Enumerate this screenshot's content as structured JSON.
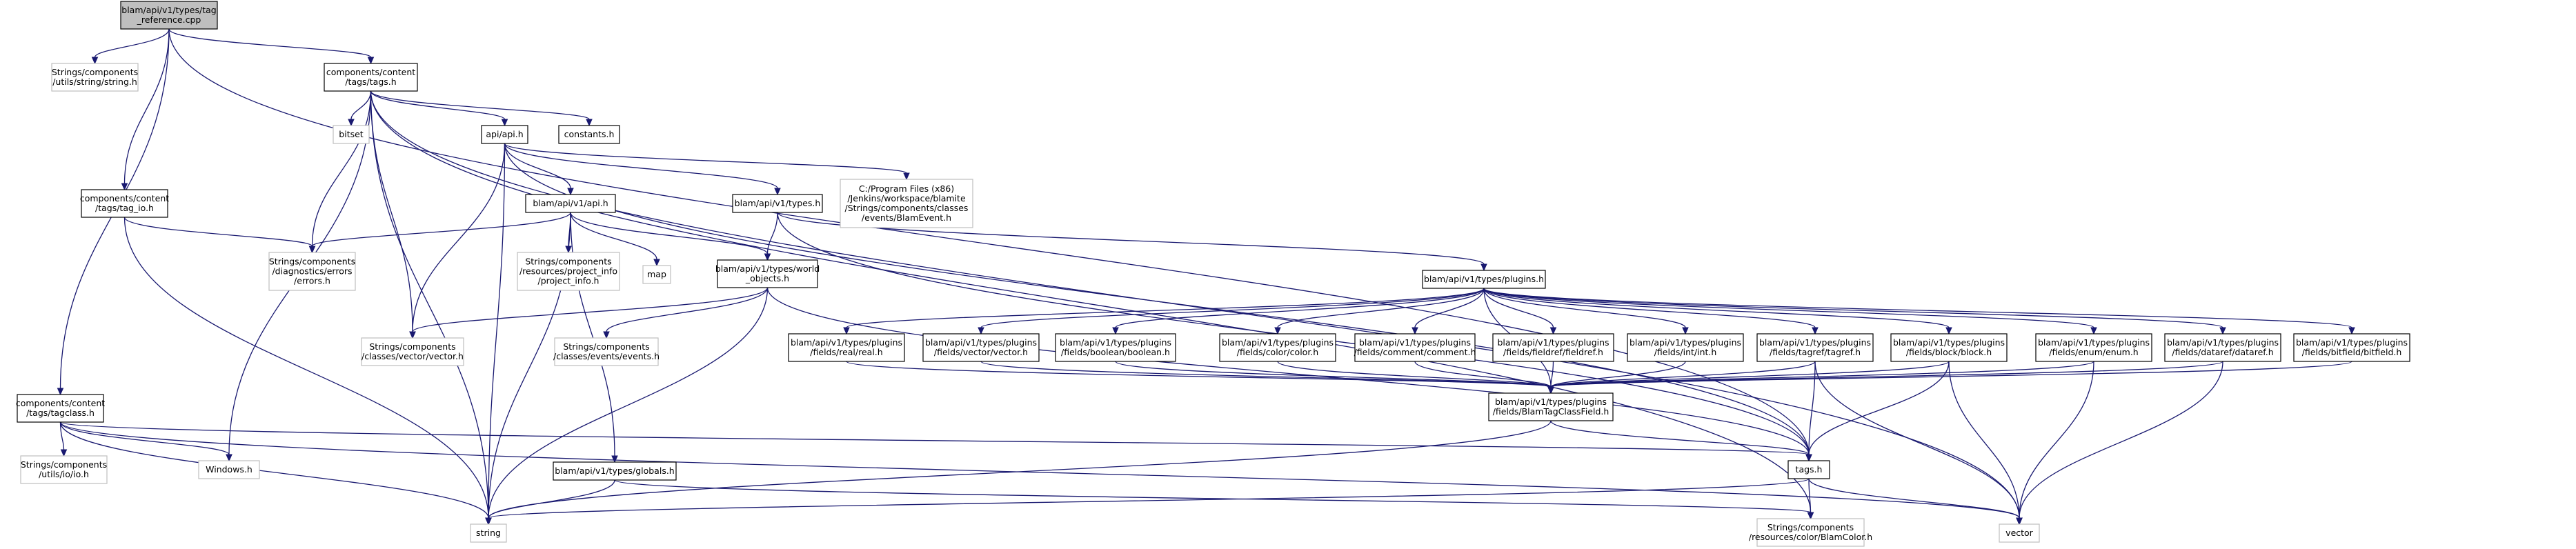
{
  "graph": {
    "edge_color": "#191970",
    "root_fill": "#bfbfbf",
    "nodes": [
      {
        "id": "tag_reference",
        "lines": [
          "blam/api/v1/types/tag",
          "_reference.cpp"
        ],
        "style": "root"
      },
      {
        "id": "string_h",
        "lines": [
          "Strings/components",
          "/utils/string/string.h"
        ],
        "style": "weak"
      },
      {
        "id": "tags_h",
        "lines": [
          "components/content",
          "/tags/tags.h"
        ],
        "style": "strong"
      },
      {
        "id": "tag_io",
        "lines": [
          "components/content",
          "/tags/tag_io.h"
        ],
        "style": "strong"
      },
      {
        "id": "tagclass",
        "lines": [
          "components/content",
          "/tags/tagclass.h"
        ],
        "style": "strong"
      },
      {
        "id": "bitset",
        "lines": [
          "bitset"
        ],
        "style": "weak"
      },
      {
        "id": "api_h",
        "lines": [
          "api/api.h"
        ],
        "style": "strong"
      },
      {
        "id": "constants",
        "lines": [
          "constants.h"
        ],
        "style": "strong"
      },
      {
        "id": "v1_api",
        "lines": [
          "blam/api/v1/api.h"
        ],
        "style": "strong"
      },
      {
        "id": "v1_types",
        "lines": [
          "blam/api/v1/types.h"
        ],
        "style": "strong"
      },
      {
        "id": "blamevent",
        "lines": [
          "C:/Program Files (x86)",
          "/Jenkins/workspace/blamite",
          "/Strings/components/classes",
          "/events/BlamEvent.h"
        ],
        "style": "weak"
      },
      {
        "id": "errors",
        "lines": [
          "Strings/components",
          "/diagnostics/errors",
          "/errors.h"
        ],
        "style": "weak"
      },
      {
        "id": "project_info",
        "lines": [
          "Strings/components",
          "/resources/project_info",
          "/project_info.h"
        ],
        "style": "weak"
      },
      {
        "id": "map",
        "lines": [
          "map"
        ],
        "style": "weak"
      },
      {
        "id": "world_objects",
        "lines": [
          "blam/api/v1/types/world",
          "_objects.h"
        ],
        "style": "strong"
      },
      {
        "id": "plugins",
        "lines": [
          "blam/api/v1/types/plugins.h"
        ],
        "style": "strong"
      },
      {
        "id": "vector_h",
        "lines": [
          "Strings/components",
          "/classes/vector/vector.h"
        ],
        "style": "weak"
      },
      {
        "id": "events_h",
        "lines": [
          "Strings/components",
          "/classes/events/events.h"
        ],
        "style": "weak"
      },
      {
        "id": "p_real",
        "lines": [
          "blam/api/v1/types/plugins",
          "/fields/real/real.h"
        ],
        "style": "strong"
      },
      {
        "id": "p_vector",
        "lines": [
          "blam/api/v1/types/plugins",
          "/fields/vector/vector.h"
        ],
        "style": "strong"
      },
      {
        "id": "p_boolean",
        "lines": [
          "blam/api/v1/types/plugins",
          "/fields/boolean/boolean.h"
        ],
        "style": "strong"
      },
      {
        "id": "p_color",
        "lines": [
          "blam/api/v1/types/plugins",
          "/fields/color/color.h"
        ],
        "style": "strong"
      },
      {
        "id": "p_comment",
        "lines": [
          "blam/api/v1/types/plugins",
          "/fields/comment/comment.h"
        ],
        "style": "strong"
      },
      {
        "id": "p_fieldref",
        "lines": [
          "blam/api/v1/types/plugins",
          "/fields/fieldref/fieldref.h"
        ],
        "style": "strong"
      },
      {
        "id": "p_int",
        "lines": [
          "blam/api/v1/types/plugins",
          "/fields/int/int.h"
        ],
        "style": "strong"
      },
      {
        "id": "p_tagref",
        "lines": [
          "blam/api/v1/types/plugins",
          "/fields/tagref/tagref.h"
        ],
        "style": "strong"
      },
      {
        "id": "p_block",
        "lines": [
          "blam/api/v1/types/plugins",
          "/fields/block/block.h"
        ],
        "style": "strong"
      },
      {
        "id": "p_enum",
        "lines": [
          "blam/api/v1/types/plugins",
          "/fields/enum/enum.h"
        ],
        "style": "strong"
      },
      {
        "id": "p_dataref",
        "lines": [
          "blam/api/v1/types/plugins",
          "/fields/dataref/dataref.h"
        ],
        "style": "strong"
      },
      {
        "id": "p_bitfield",
        "lines": [
          "blam/api/v1/types/plugins",
          "/fields/bitfield/bitfield.h"
        ],
        "style": "strong"
      },
      {
        "id": "blamtagclassfield",
        "lines": [
          "blam/api/v1/types/plugins",
          "/fields/BlamTagClassField.h"
        ],
        "style": "strong"
      },
      {
        "id": "ioio",
        "lines": [
          "Strings/components",
          "/utils/io/io.h"
        ],
        "style": "weak"
      },
      {
        "id": "windows",
        "lines": [
          "Windows.h"
        ],
        "style": "weak"
      },
      {
        "id": "globals",
        "lines": [
          "blam/api/v1/types/globals.h"
        ],
        "style": "strong"
      },
      {
        "id": "tags_small",
        "lines": [
          "tags.h"
        ],
        "style": "strong"
      },
      {
        "id": "string",
        "lines": [
          "string"
        ],
        "style": "weak"
      },
      {
        "id": "blamcolor",
        "lines": [
          "Strings/components",
          "/resources/color/BlamColor.h"
        ],
        "style": "weak"
      },
      {
        "id": "vector",
        "lines": [
          "vector"
        ],
        "style": "weak"
      }
    ],
    "edges": [
      [
        "tag_reference",
        "string_h"
      ],
      [
        "tag_reference",
        "tags_h"
      ],
      [
        "tag_reference",
        "tag_io"
      ],
      [
        "tag_reference",
        "tagclass"
      ],
      [
        "tag_reference",
        "tags_small"
      ],
      [
        "tags_h",
        "bitset"
      ],
      [
        "tags_h",
        "api_h"
      ],
      [
        "tags_h",
        "constants"
      ],
      [
        "tags_h",
        "errors"
      ],
      [
        "tags_h",
        "vector_h"
      ],
      [
        "tags_h",
        "windows"
      ],
      [
        "tags_h",
        "string"
      ],
      [
        "tags_h",
        "blamcolor"
      ],
      [
        "tags_h",
        "vector"
      ],
      [
        "api_h",
        "v1_api"
      ],
      [
        "api_h",
        "v1_types"
      ],
      [
        "api_h",
        "blamevent"
      ],
      [
        "api_h",
        "vector_h"
      ],
      [
        "api_h",
        "string"
      ],
      [
        "api_h",
        "tags_small"
      ],
      [
        "v1_api",
        "errors"
      ],
      [
        "v1_api",
        "project_info"
      ],
      [
        "v1_api",
        "map"
      ],
      [
        "v1_api",
        "world_objects"
      ],
      [
        "v1_api",
        "globals"
      ],
      [
        "v1_api",
        "string"
      ],
      [
        "v1_types",
        "world_objects"
      ],
      [
        "v1_types",
        "plugins"
      ],
      [
        "v1_types",
        "tags_small"
      ],
      [
        "world_objects",
        "vector_h"
      ],
      [
        "world_objects",
        "events_h"
      ],
      [
        "world_objects",
        "string"
      ],
      [
        "world_objects",
        "tags_small"
      ],
      [
        "world_objects",
        "blamfield_dummy"
      ],
      [
        "plugins",
        "p_real"
      ],
      [
        "plugins",
        "p_vector"
      ],
      [
        "plugins",
        "p_boolean"
      ],
      [
        "plugins",
        "p_color"
      ],
      [
        "plugins",
        "p_comment"
      ],
      [
        "plugins",
        "p_fieldref"
      ],
      [
        "plugins",
        "p_int"
      ],
      [
        "plugins",
        "p_tagref"
      ],
      [
        "plugins",
        "p_block"
      ],
      [
        "plugins",
        "p_enum"
      ],
      [
        "plugins",
        "p_dataref"
      ],
      [
        "plugins",
        "p_bitfield"
      ],
      [
        "plugins",
        "blamtagclassfield"
      ],
      [
        "p_real",
        "blamtagclassfield"
      ],
      [
        "p_vector",
        "blamtagclassfield"
      ],
      [
        "p_boolean",
        "blamtagclassfield"
      ],
      [
        "p_color",
        "blamtagclassfield"
      ],
      [
        "p_comment",
        "blamtagclassfield"
      ],
      [
        "p_fieldref",
        "blamtagclassfield"
      ],
      [
        "p_int",
        "blamtagclassfield"
      ],
      [
        "p_tagref",
        "blamtagclassfield"
      ],
      [
        "p_block",
        "blamtagclassfield"
      ],
      [
        "p_enum",
        "blamtagclassfield"
      ],
      [
        "p_dataref",
        "blamtagclassfield"
      ],
      [
        "p_bitfield",
        "blamtagclassfield"
      ],
      [
        "p_tagref",
        "tags_small"
      ],
      [
        "p_tagref",
        "vector"
      ],
      [
        "p_block",
        "tags_small"
      ],
      [
        "p_block",
        "vector"
      ],
      [
        "p_enum",
        "vector"
      ],
      [
        "p_dataref",
        "vector"
      ],
      [
        "blamtagclassfield",
        "string"
      ],
      [
        "blamtagclassfield",
        "tags_small"
      ],
      [
        "tag_io",
        "errors"
      ],
      [
        "tag_io",
        "string"
      ],
      [
        "tagclass",
        "ioio"
      ],
      [
        "tagclass",
        "windows"
      ],
      [
        "tagclass",
        "string"
      ],
      [
        "tagclass",
        "vector"
      ],
      [
        "tagclass",
        "tags_small"
      ],
      [
        "globals",
        "string"
      ],
      [
        "globals",
        "blamcolor"
      ],
      [
        "tags_small",
        "string"
      ],
      [
        "tags_small",
        "blamcolor"
      ],
      [
        "tags_small",
        "vector"
      ]
    ]
  }
}
